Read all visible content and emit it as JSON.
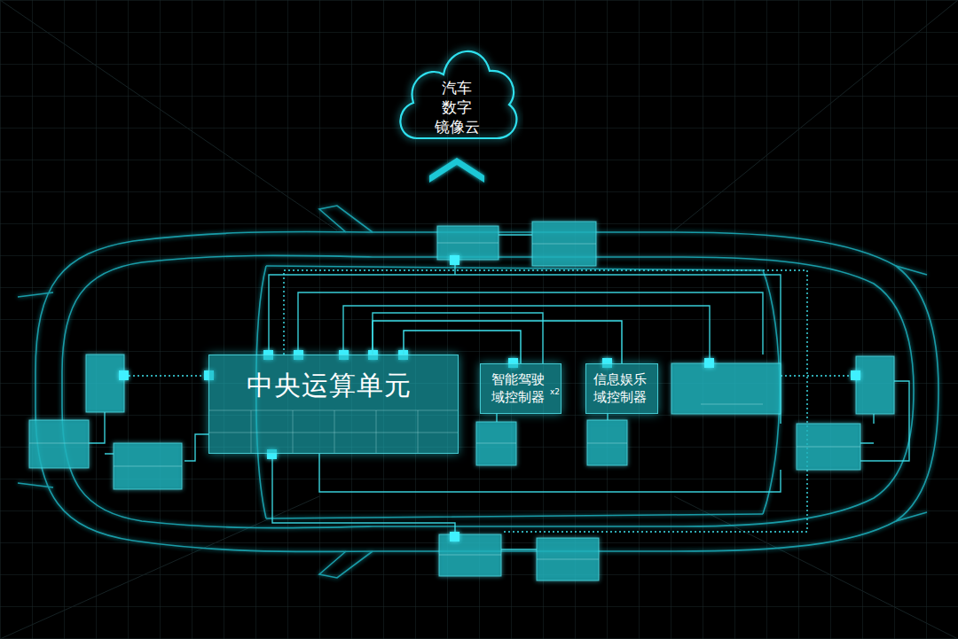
{
  "diagram": {
    "nodes": [
      {
        "text": [
          "汽车 数字 镜像云"
        ]
      },
      {
        "text": [
          "中央运算单元"
        ]
      },
      {
        "text": [
          "智能驾驶 域控制器",
          "x2"
        ]
      },
      {
        "text": [
          "信息娱乐 域控制器"
        ]
      }
    ],
    "edges": [
      {
        "from": 1,
        "to": 2,
        "arrow": "none"
      },
      {
        "from": 1,
        "to": 3,
        "arrow": "none"
      }
    ]
  }
}
